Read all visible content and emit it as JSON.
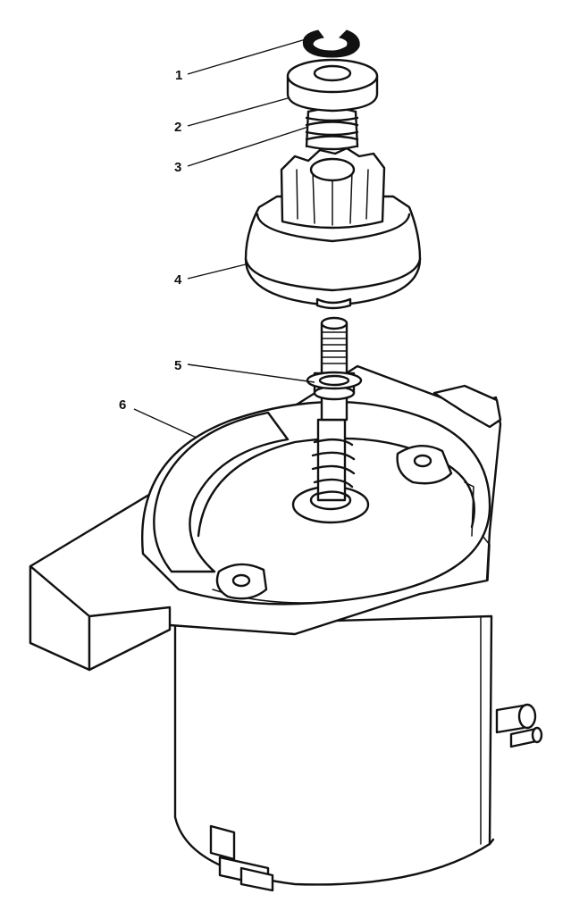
{
  "callouts": [
    {
      "number": "1",
      "part": "retaining-clip"
    },
    {
      "number": "2",
      "part": "spring-retainer-cup"
    },
    {
      "number": "3",
      "part": "anti-drift-spring"
    },
    {
      "number": "4",
      "part": "pinion-gear"
    },
    {
      "number": "5",
      "part": "thrust-washer"
    },
    {
      "number": "6",
      "part": "starter-motor"
    }
  ],
  "colors": {
    "line": "#111111",
    "background": "#ffffff"
  }
}
